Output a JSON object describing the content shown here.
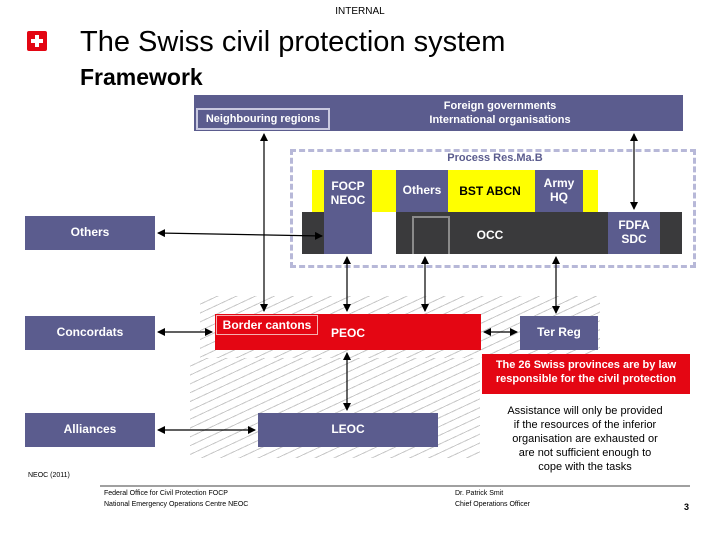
{
  "header": {
    "classification": "INTERNAL",
    "title": "The Swiss civil protection system",
    "subtitle": "Framework"
  },
  "diagram": {
    "foreign_governments": "Foreign governments",
    "international_organisations": "International organisations",
    "neighbouring_regions": "Neighbouring regions",
    "process": "Process Res.Ma.B",
    "focp_neoc": [
      "FOCP",
      "NEOC"
    ],
    "others_inner": "Others",
    "bst_abcn": "BST ABCN",
    "army_hq": [
      "Army",
      "HQ"
    ],
    "occ": "OCC",
    "fdfa_sdc": [
      "FDFA",
      "SDC"
    ],
    "others_left": "Others",
    "concordats": "Concordats",
    "border_cantons": "Border cantons",
    "peoc": "PEOC",
    "ter_reg": "Ter Reg",
    "alliances": "Alliances",
    "leoc": "LEOC"
  },
  "notes": {
    "red_note": [
      "The 26 Swiss provinces are by law",
      "responsible for the civil protection"
    ],
    "assistance": [
      "Assistance will only be provided",
      "if the resources of the inferior",
      "organisation are exhausted or",
      "are not sufficient enough to",
      "cope with the tasks"
    ]
  },
  "footer": {
    "neoc_year": "NEOC (2011)",
    "org_line1": "Federal Office for Civil Protection FOCP",
    "org_line2": "National Emergency Operations Centre NEOC",
    "author_line1": "Dr. Patrick Smit",
    "author_line2": "Chief Operations Officer",
    "page_number": "3"
  }
}
